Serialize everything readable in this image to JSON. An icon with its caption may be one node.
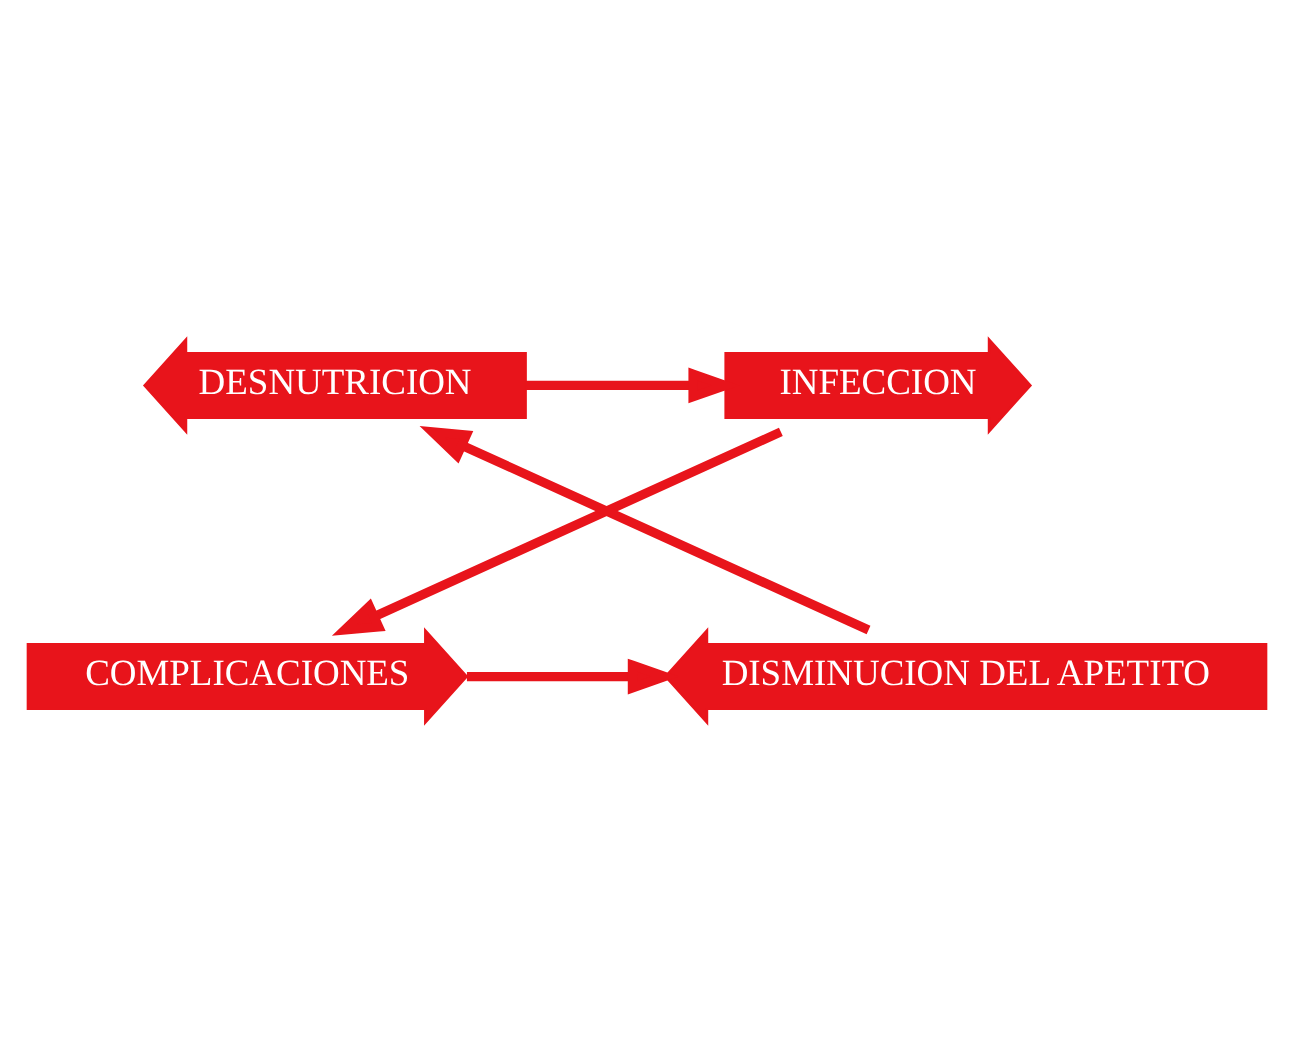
{
  "diagram": {
    "nodes": [
      {
        "text": [
          "DESNUTRICION"
        ]
      },
      {
        "text": [
          "INFECCION"
        ]
      },
      {
        "text": [
          "COMPLICACIONES"
        ]
      },
      {
        "text": [
          "DISMINUCION DEL APETITO"
        ]
      }
    ],
    "edges": [
      {
        "from": 0,
        "to": 1,
        "arrow": "to"
      },
      {
        "from": 1,
        "to": 2,
        "arrow": "to"
      },
      {
        "from": 2,
        "to": 3,
        "arrow": "to"
      },
      {
        "from": 3,
        "to": 0,
        "arrow": "to"
      }
    ]
  }
}
